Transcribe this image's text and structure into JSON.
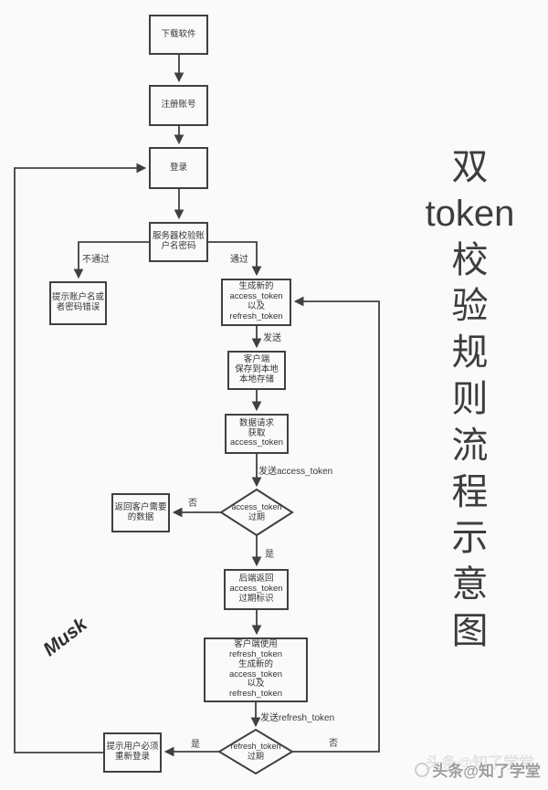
{
  "title": {
    "chars": [
      "双",
      "token",
      "校",
      "验",
      "规",
      "则",
      "流",
      "程",
      "示",
      "意",
      "图"
    ],
    "full_text": "双token校验规则流程示意图"
  },
  "nodes": {
    "download": {
      "text": "下载软件"
    },
    "register": {
      "text": "注册账号"
    },
    "login": {
      "text": "登录"
    },
    "server_verify": {
      "text": "服务器校验账\n户名密码"
    },
    "error_hint": {
      "text": "提示账户名或\n者密码错误"
    },
    "gen_tokens": {
      "text": "生成新的\naccess_token\n以及\nrefresh_token"
    },
    "client_save": {
      "text": "客户端\n保存到本地\n本地存储"
    },
    "data_request": {
      "text": "数据请求\n获取\naccess_token"
    },
    "access_expired": {
      "text": "access_token\n过期"
    },
    "return_data": {
      "text": "返回客户需要\n的数据"
    },
    "backend_expired": {
      "text": "后端返回\naccess_token\n过期标识"
    },
    "client_refresh": {
      "text": "客户端使用\nrefresh_token\n生成新的\naccess_token\n以及\nrefresh_token"
    },
    "refresh_expired": {
      "text": "refresh_token\n过期"
    },
    "relogin_hint": {
      "text": "提示用户必须\n重新登录"
    }
  },
  "edge_labels": {
    "not_pass": "不通过",
    "pass": "通过",
    "send": "发送",
    "send_access": "发送access_token",
    "no_access": "否",
    "yes_access": "是",
    "send_refresh": "发送refresh_token",
    "yes_refresh": "是",
    "no_refresh": "否"
  },
  "watermarks": {
    "signature": "Musk",
    "source": "头条@知了学堂"
  },
  "colors": {
    "line": "#404040",
    "title_text": "#3d3d3d",
    "watermark_text": "#9e9e9e",
    "background": "#fafafa"
  }
}
